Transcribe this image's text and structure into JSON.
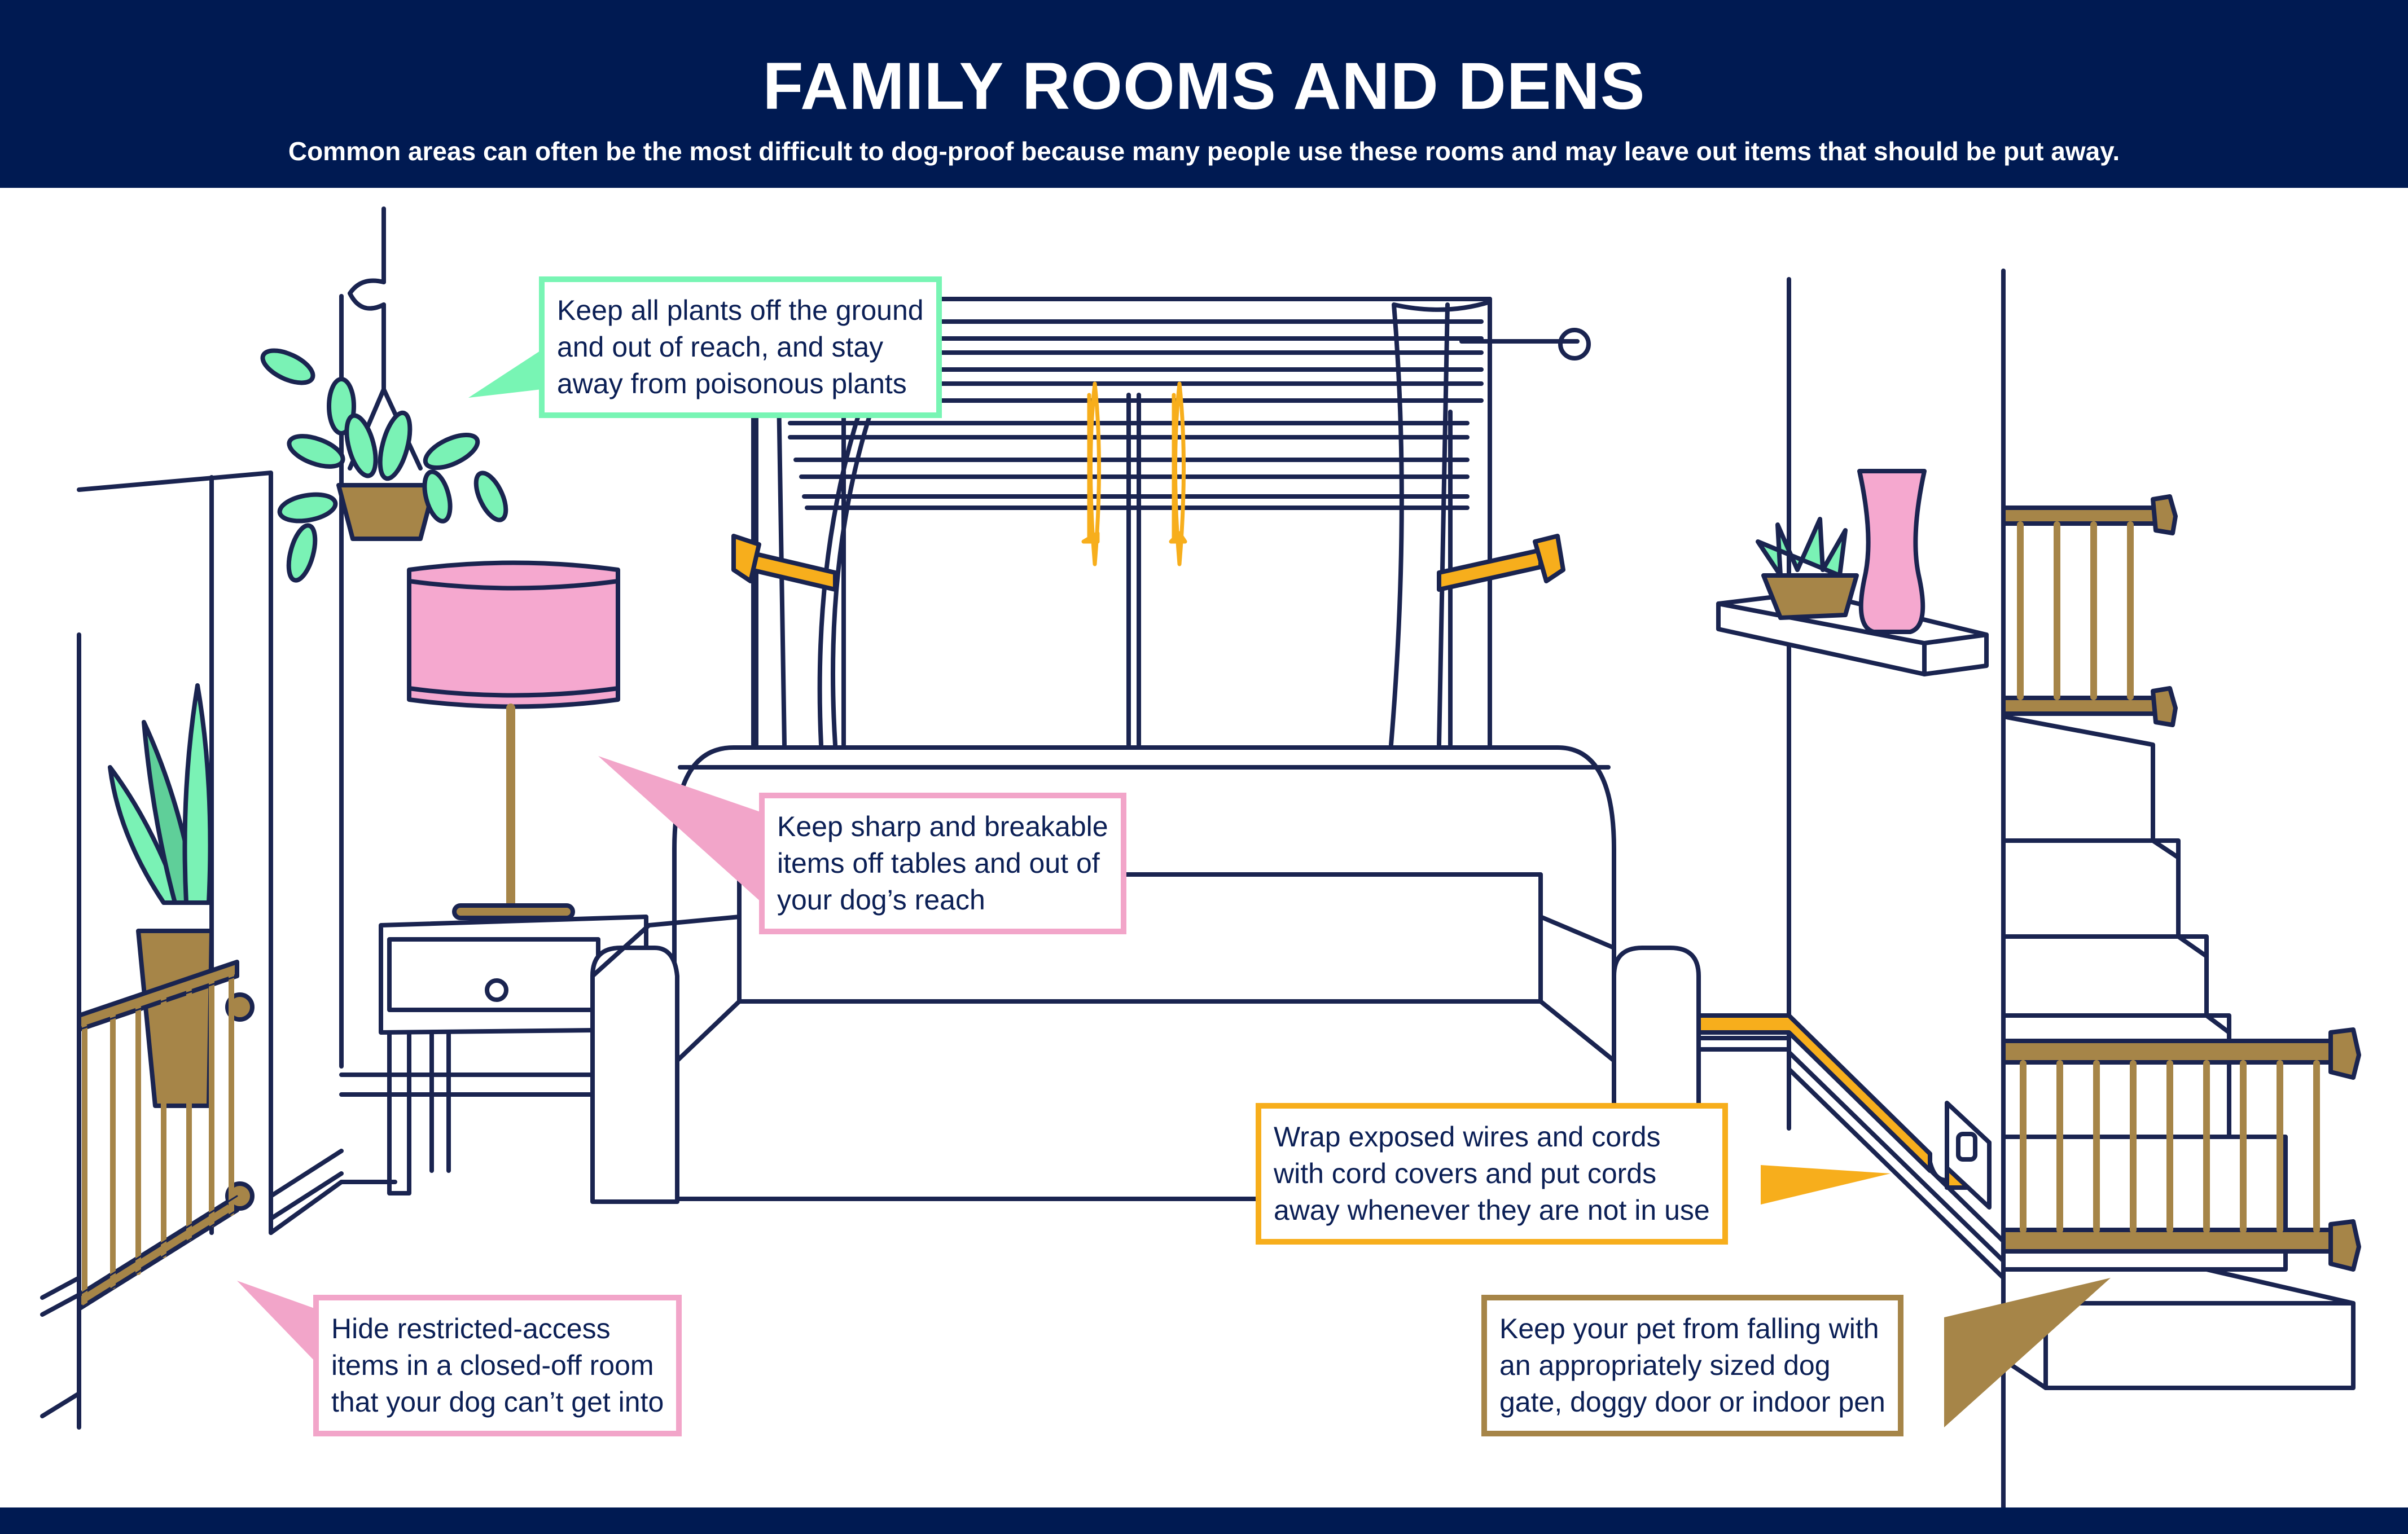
{
  "header": {
    "title": "FAMILY ROOMS AND DENS",
    "subtitle": "Common areas can often be the most difficult to dog-proof because many people use these rooms and may leave out items that should be put away."
  },
  "colors": {
    "navy": "#001a52",
    "line": "#1a2450",
    "mint": "#78f5b4",
    "pink": "#f2a5c9",
    "amber": "#f7ae1c",
    "bronze": "#a68548",
    "plant_green": "#7af2b5",
    "plant_dark": "#5fcf99"
  },
  "callouts": {
    "plants": {
      "lines": [
        "Keep all plants off the ground",
        "and out of reach, and stay",
        "away from poisonous plants"
      ],
      "color": "mint"
    },
    "breakables": {
      "lines": [
        "Keep sharp and breakable",
        "items off tables and out of",
        "your dog’s reach"
      ],
      "color": "pink"
    },
    "cords": {
      "lines": [
        "Wrap exposed wires and cords",
        "with cord covers and put cords",
        "away whenever they are not in use"
      ],
      "color": "amber"
    },
    "restricted": {
      "lines": [
        "Hide restricted-access",
        "items in a closed-off room",
        "that your dog can’t get into"
      ],
      "color": "pink"
    },
    "falling": {
      "lines": [
        "Keep your pet from falling with",
        "an appropriately sized dog",
        "gate, doggy door or indoor pen"
      ],
      "color": "bronze"
    }
  },
  "illustration": {
    "objects": [
      "hanging-plant",
      "door-frame",
      "potted-snake-plant",
      "baby-gate-left",
      "floor-lamp",
      "side-table",
      "window-with-blinds",
      "curtains",
      "curtain-tiebacks",
      "blind-cords",
      "sofa",
      "wall-shelf",
      "shelf-plant",
      "pink-vase",
      "stair-gate-top",
      "staircase",
      "stair-gate-bottom",
      "cord-cover",
      "power-outlet"
    ]
  }
}
